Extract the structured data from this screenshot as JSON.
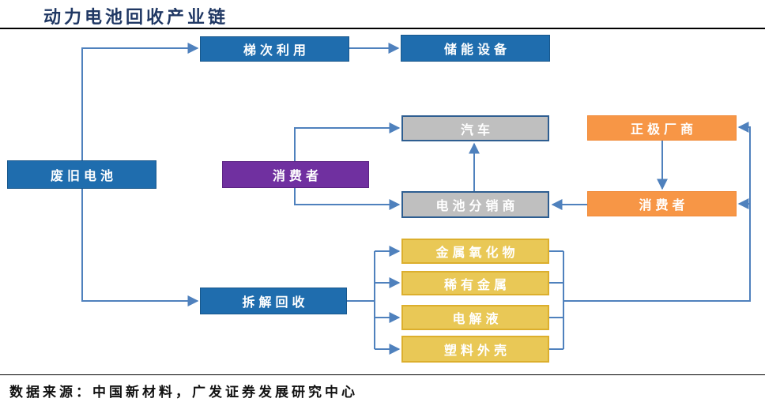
{
  "title": "动力电池回收产业链",
  "source_note": "数据来源：中国新材料，广发证券发展研究中心",
  "colors": {
    "title_text": "#203864",
    "blue_box": "#1F6DAE",
    "purple_box": "#7030A0",
    "orange_box": "#F79646",
    "yellow_box_fill": "#E9C856",
    "yellow_box_border": "#DCAF2D",
    "gray_box_fill": "#BFBFBF",
    "gray_box_border": "#2E5E91",
    "connector_line": "#4F81BD",
    "box_text": "#FFFFFF"
  },
  "nodes": {
    "waste_battery": {
      "label": "废旧电池",
      "type": "blue"
    },
    "tiered_use": {
      "label": "梯次利用",
      "type": "blue"
    },
    "energy_storage": {
      "label": "储能设备",
      "type": "blue"
    },
    "consumer_purple": {
      "label": "消费者",
      "type": "purple"
    },
    "car": {
      "label": "汽车",
      "type": "gray"
    },
    "battery_distributor": {
      "label": "电池分销商",
      "type": "gray"
    },
    "cathode_maker": {
      "label": "正极厂商",
      "type": "orange"
    },
    "consumer_orange": {
      "label": "消费者",
      "type": "orange"
    },
    "dismantle_recycle": {
      "label": "拆解回收",
      "type": "blue"
    },
    "metal_oxide": {
      "label": "金属氧化物",
      "type": "yellow"
    },
    "rare_metal": {
      "label": "稀有金属",
      "type": "yellow"
    },
    "electrolyte": {
      "label": "电解液",
      "type": "yellow"
    },
    "plastic_shell": {
      "label": "塑料外壳",
      "type": "yellow"
    }
  },
  "edges": [
    {
      "from": "waste_battery",
      "to": "tiered_use"
    },
    {
      "from": "tiered_use",
      "to": "energy_storage"
    },
    {
      "from": "waste_battery",
      "to": "dismantle_recycle"
    },
    {
      "from": "consumer_purple",
      "to": "car"
    },
    {
      "from": "consumer_purple",
      "to": "battery_distributor"
    },
    {
      "from": "battery_distributor",
      "to": "car"
    },
    {
      "from": "cathode_maker",
      "to": "consumer_orange"
    },
    {
      "from": "consumer_orange",
      "to": "battery_distributor"
    },
    {
      "from": "dismantle_recycle",
      "to": "metal_oxide"
    },
    {
      "from": "dismantle_recycle",
      "to": "rare_metal"
    },
    {
      "from": "dismantle_recycle",
      "to": "electrolyte"
    },
    {
      "from": "dismantle_recycle",
      "to": "plastic_shell"
    },
    {
      "from": "recycled_outputs",
      "to": "cathode_maker"
    },
    {
      "from": "recycled_outputs",
      "to": "consumer_orange"
    }
  ]
}
